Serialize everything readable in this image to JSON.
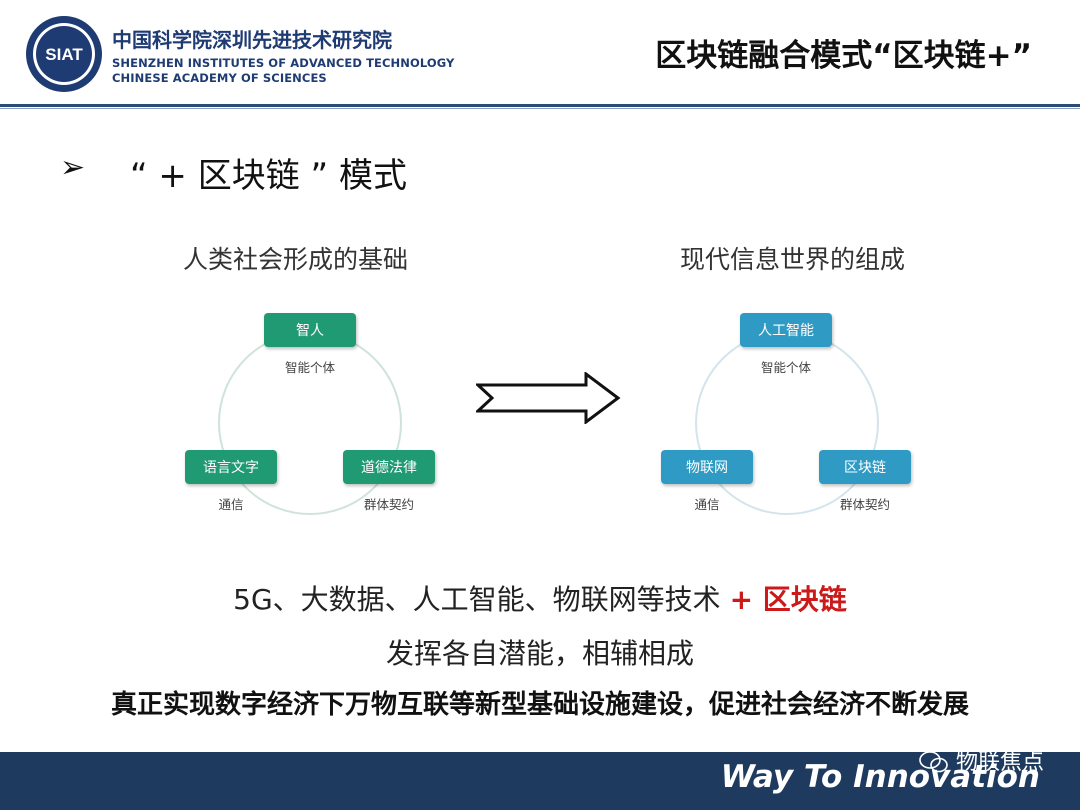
{
  "header": {
    "org_cn": "中国科学院深圳先进技术研究院",
    "org_en_1": "SHENZHEN INSTITUTES OF ADVANCED TECHNOLOGY",
    "org_en_2": "CHINESE ACADEMY OF SCIENCES",
    "logo_text": "SIAT",
    "title": "区块链融合模式“区块链+”"
  },
  "section": {
    "bullet": "➢",
    "heading": "“ + 区块链 ” 模式"
  },
  "left_diagram": {
    "title": "人类社会形成的基础",
    "top_box": "智人",
    "top_caption": "智能个体",
    "left_box": "语言文字",
    "left_caption": "通信",
    "right_box": "道德法律",
    "right_caption": "群体契约"
  },
  "right_diagram": {
    "title": "现代信息世界的组成",
    "top_box": "人工智能",
    "top_caption": "智能个体",
    "left_box": "物联网",
    "left_caption": "通信",
    "right_box": "区块链",
    "right_caption": "群体契约"
  },
  "bottom": {
    "line1_main": "5G、大数据、人工智能、物联网等技术",
    "line1_plus": "+ 区块链",
    "line2": "发挥各自潜能，相辅相成",
    "line3": "真正实现数字经济下万物互联等新型基础设施建设，促进社会经济不断发展"
  },
  "footer": {
    "slogan": "Way To Innovation",
    "watermark": "物联焦点"
  },
  "colors": {
    "navy": "#1f3a5f",
    "green_box": "#1f9a72",
    "blue_box": "#2f9bc4",
    "accent_red": "#cc1a1a"
  }
}
